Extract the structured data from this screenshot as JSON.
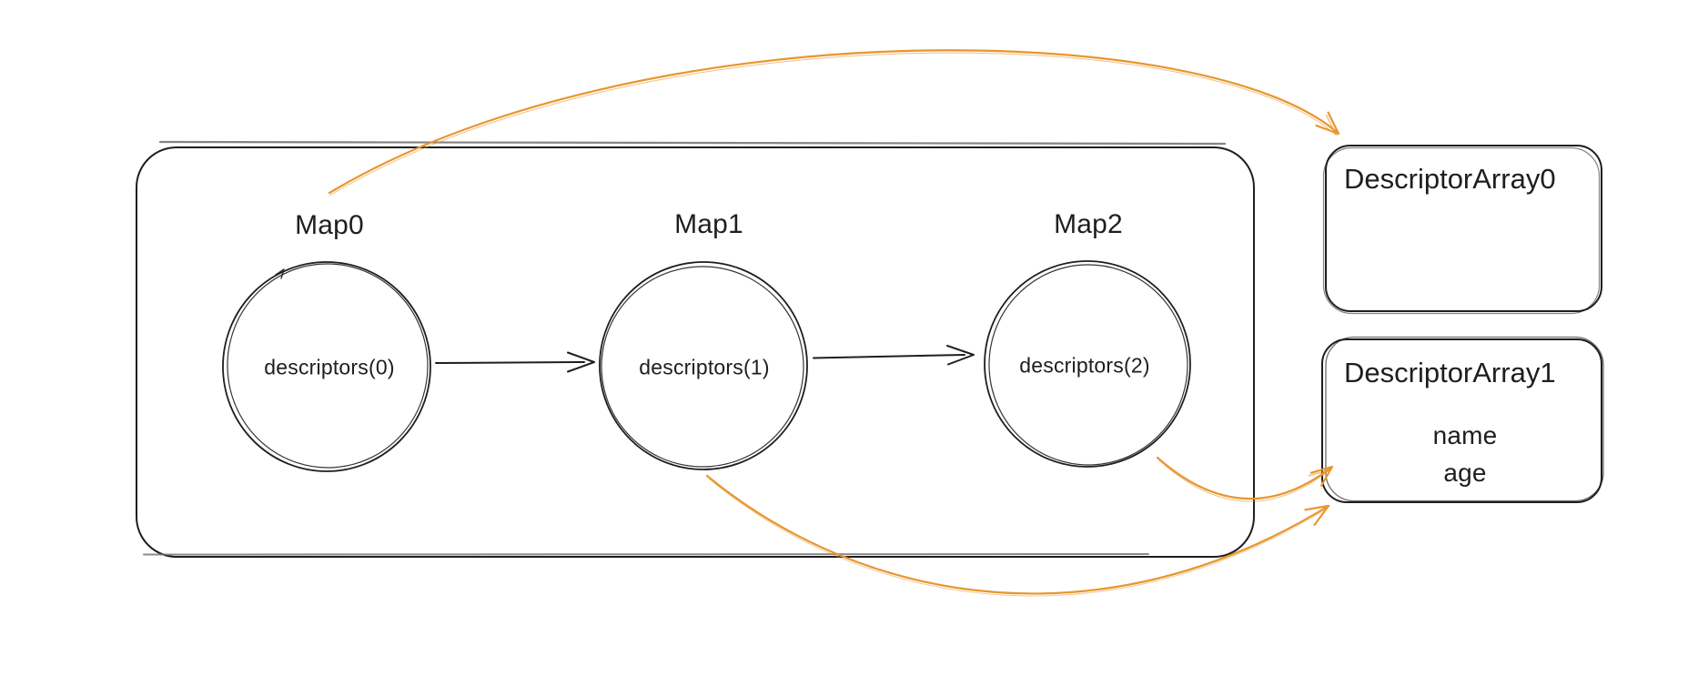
{
  "canvas": {
    "background": "#ffffff",
    "ink_color": "#1e1e1e",
    "accent_color": "#e8962e",
    "overdraw_color": "#6e6e6e"
  },
  "maps_group": {
    "maps": [
      {
        "label": "Map0",
        "descriptor_label": "descriptors(0)"
      },
      {
        "label": "Map1",
        "descriptor_label": "descriptors(1)"
      },
      {
        "label": "Map2",
        "descriptor_label": "descriptors(2)"
      }
    ]
  },
  "descriptor_arrays": [
    {
      "title": "DescriptorArray0",
      "fields": []
    },
    {
      "title": "DescriptorArray1",
      "fields": [
        "name",
        "age"
      ]
    }
  ]
}
